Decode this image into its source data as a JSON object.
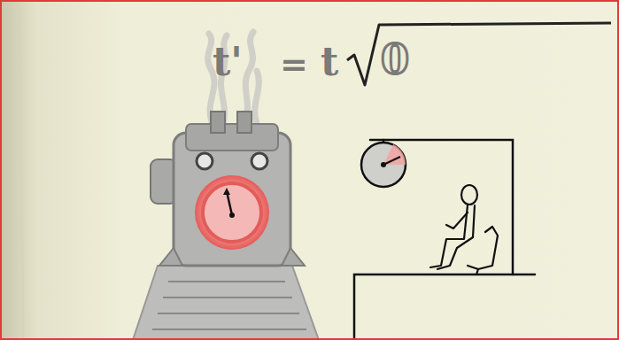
{
  "diagram": {
    "labels": [
      "t'",
      "=",
      "t",
      "0"
    ]
  }
}
